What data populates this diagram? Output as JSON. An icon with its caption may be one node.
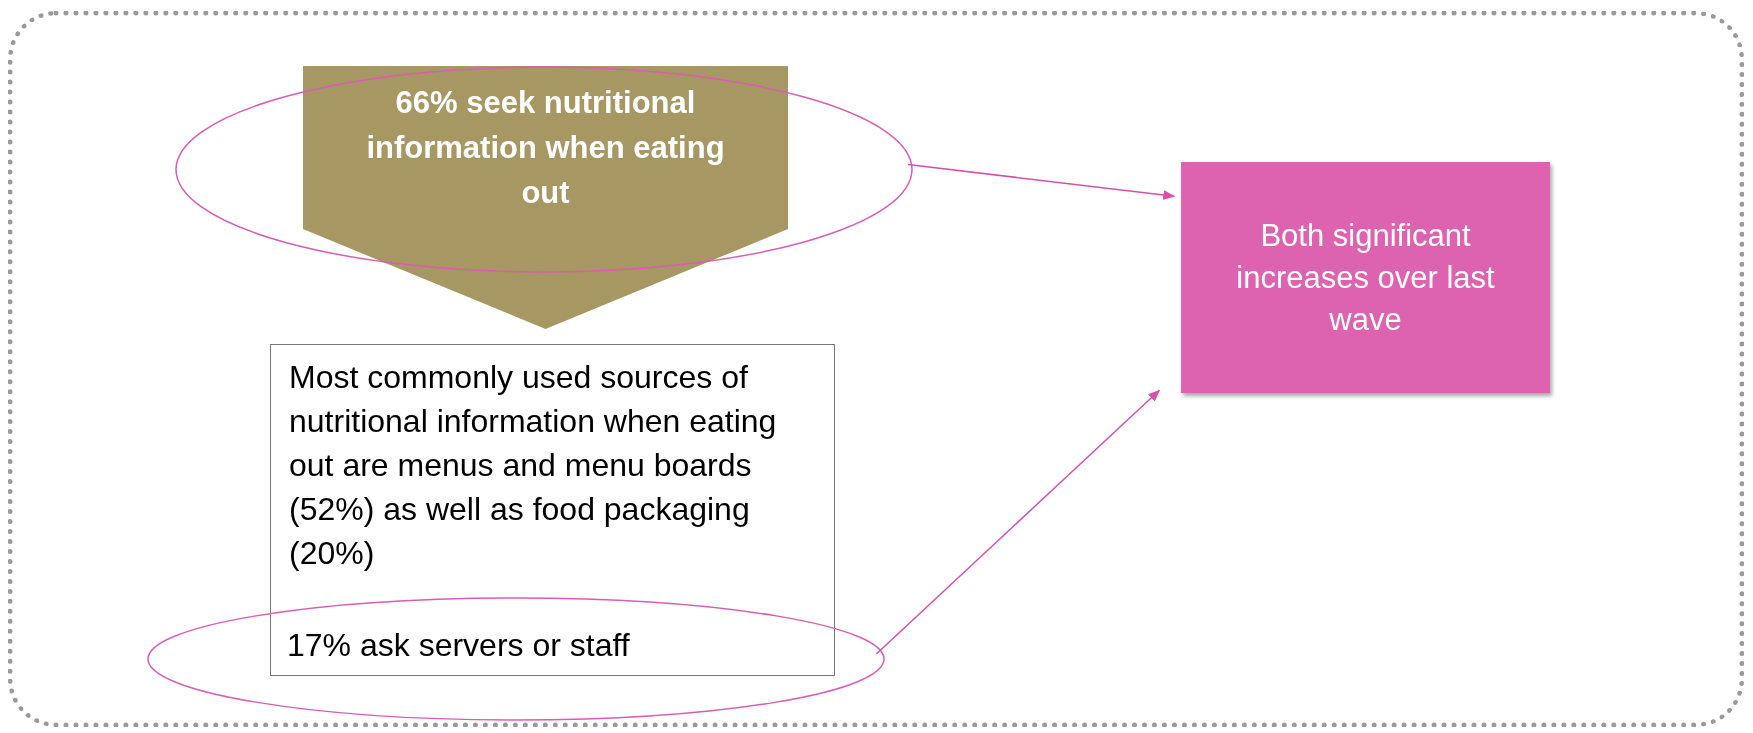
{
  "diagram": {
    "nodes": [
      {
        "text": [],
        "shape": "box"
      },
      {
        "text": [
          "66% seek nutritional information when eating out"
        ],
        "in": 0
      },
      {
        "text": [],
        "shape": "ellipse",
        "in": 0
      },
      {
        "text": [
          "Most commonly used sources of nutritional information when eating out are menus and menu boards (52%) as well as food packaging (20%)"
        ],
        "in": 0
      },
      {
        "text": [
          "17% ask servers or staff"
        ],
        "in": 0
      },
      {
        "text": [
          "Both significant increases over last wave"
        ],
        "in": 0
      }
    ],
    "edges": [
      {
        "from": 2,
        "to": 5,
        "arrow": "to"
      },
      {
        "from": 4,
        "to": 5,
        "arrow": "to"
      }
    ]
  }
}
